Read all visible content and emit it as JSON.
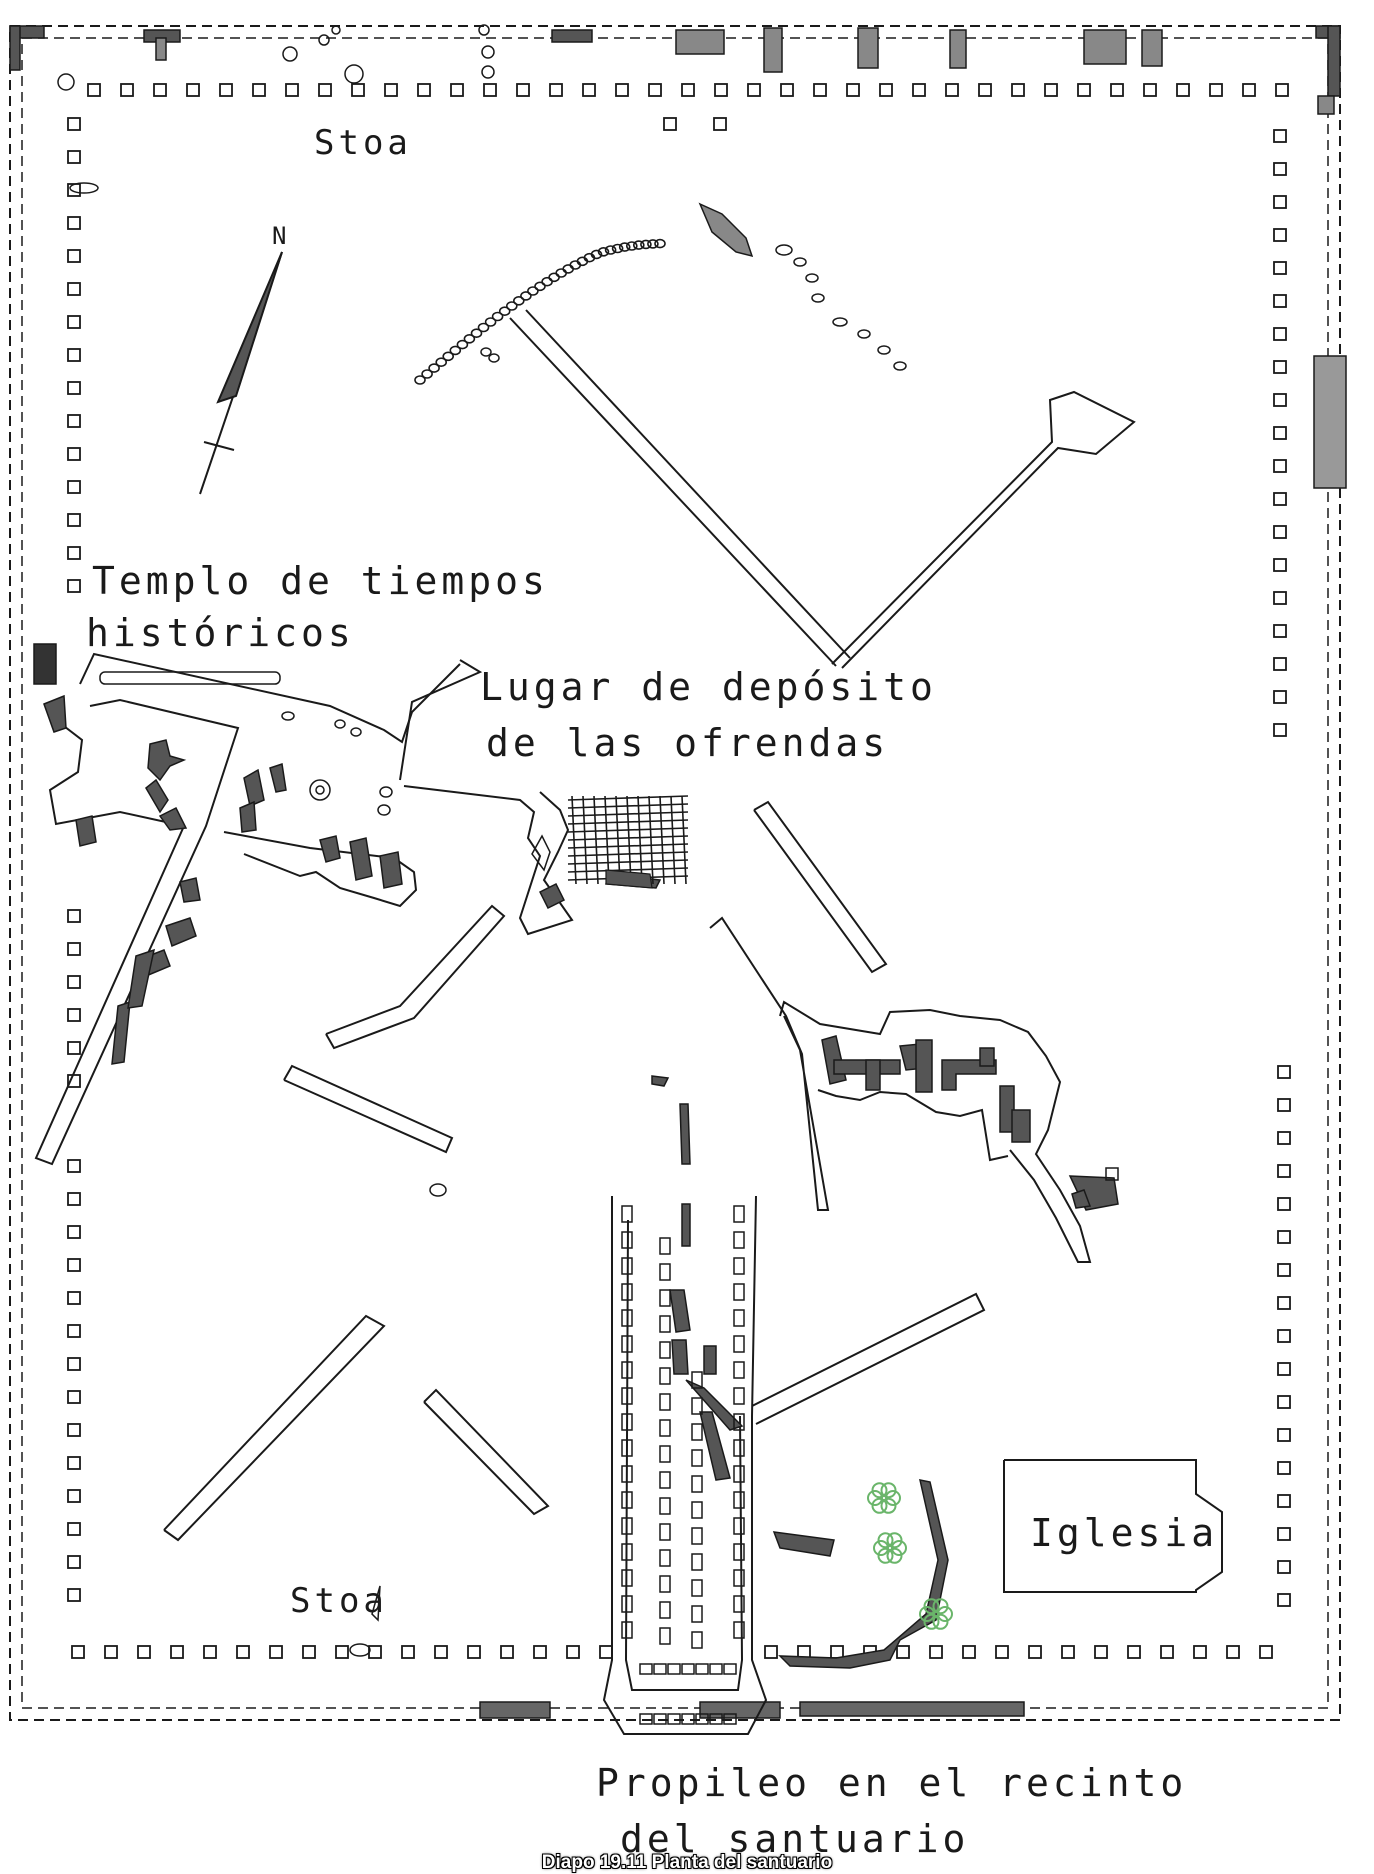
{
  "labels": {
    "north": "N",
    "stoa_top": "Stoa",
    "templo_line1": "Templo de tiempos",
    "templo_line2": "históricos",
    "lugar_line1": "Lugar de depósito",
    "lugar_line2": "de las ofrendas",
    "iglesia": "Iglesia",
    "stoa_bottom": "Stoa",
    "propileo_line1": "Propileo en el recinto",
    "propileo_line2": "del santuario"
  },
  "caption": "Diapo 19.11 Planta del santuario",
  "colors": {
    "ink": "#1a1a1a",
    "fill_dark": "#555555",
    "vegetation": "#6ab56a"
  },
  "icons": {
    "north_arrow": "north-arrow-icon",
    "trees": "tree-icon"
  }
}
